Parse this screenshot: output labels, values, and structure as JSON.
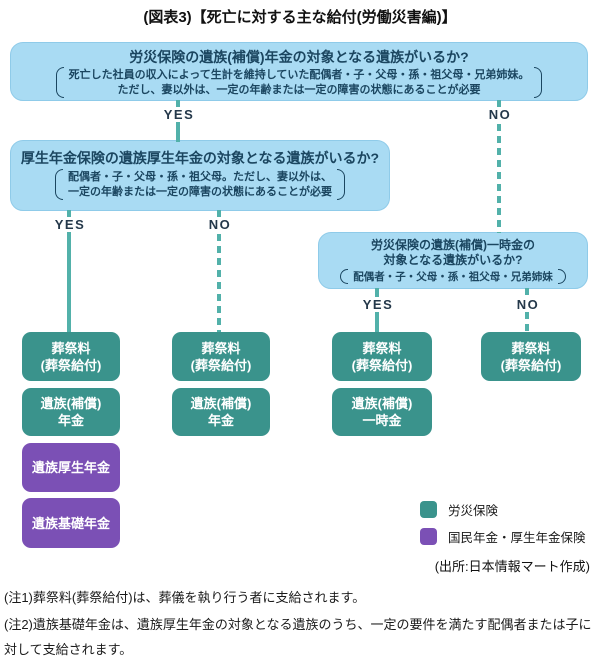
{
  "title": "(図表3)【死亡に対する主な給付(労働災害編)】",
  "flow": {
    "yes_label": "YES",
    "no_label": "NO",
    "q1": {
      "question": "労災保険の遺族(補償)年金の対象となる遺族がいるか?",
      "detail_line1": "死亡した社員の収入によって生計を維持していた配偶者・子・父母・孫・祖父母・兄弟姉妹。",
      "detail_line2": "ただし、妻以外は、一定の年齢または一定の障害の状態にあることが必要"
    },
    "q2": {
      "question": "厚生年金保険の遺族厚生年金の対象となる遺族がいるか?",
      "detail_line1": "配偶者・子・父母・孫・祖父母。ただし、妻以外は、",
      "detail_line2": "一定の年齢または一定の障害の状態にあることが必要"
    },
    "q3": {
      "question_line1": "労災保険の遺族(補償)一時金の",
      "question_line2": "対象となる遺族がいるか?",
      "detail_line1": "配偶者・子・父母・孫・祖父母・兄弟姉妹"
    }
  },
  "outcomes": {
    "col1": {
      "box1": {
        "line1": "葬祭料",
        "line2": "(葬祭給付)",
        "scheme": "労災保険"
      },
      "box2": {
        "line1": "遺族(補償)",
        "line2": "年金",
        "scheme": "労災保険"
      },
      "box3": {
        "line1": "遺族厚生年金",
        "scheme": "国民年金・厚生年金保険"
      },
      "box4": {
        "line1": "遺族基礎年金",
        "scheme": "国民年金・厚生年金保険"
      }
    },
    "col2": {
      "box1": {
        "line1": "葬祭料",
        "line2": "(葬祭給付)",
        "scheme": "労災保険"
      },
      "box2": {
        "line1": "遺族(補償)",
        "line2": "年金",
        "scheme": "労災保険"
      }
    },
    "col3": {
      "box1": {
        "line1": "葬祭料",
        "line2": "(葬祭給付)",
        "scheme": "労災保険"
      },
      "box2": {
        "line1": "遺族(補償)",
        "line2": "一時金",
        "scheme": "労災保険"
      }
    },
    "col4": {
      "box1": {
        "line1": "葬祭料",
        "line2": "(葬祭給付)",
        "scheme": "労災保険"
      }
    }
  },
  "legend": {
    "item1": {
      "label": "労災保険",
      "color": "#3A938C"
    },
    "item2": {
      "label": "国民年金・厚生年金保険",
      "color": "#7B50B5"
    }
  },
  "source": "(出所:日本情報マート作成)",
  "notes": {
    "note1": "(注1)葬祭料(葬祭給付)は、葬儀を執り行う者に支給されます。",
    "note2": "(注2)遺族基礎年金は、遺族厚生年金の対象となる遺族のうち、一定の要件を満たす配偶者または子に対して支給されます。"
  },
  "colors": {
    "question_box_bg": "#A9DBF3",
    "rousai_box": "#3A938C",
    "nenkin_box": "#7B50B5",
    "connector_line": "#52B1AA",
    "question_text": "#1B4660"
  }
}
